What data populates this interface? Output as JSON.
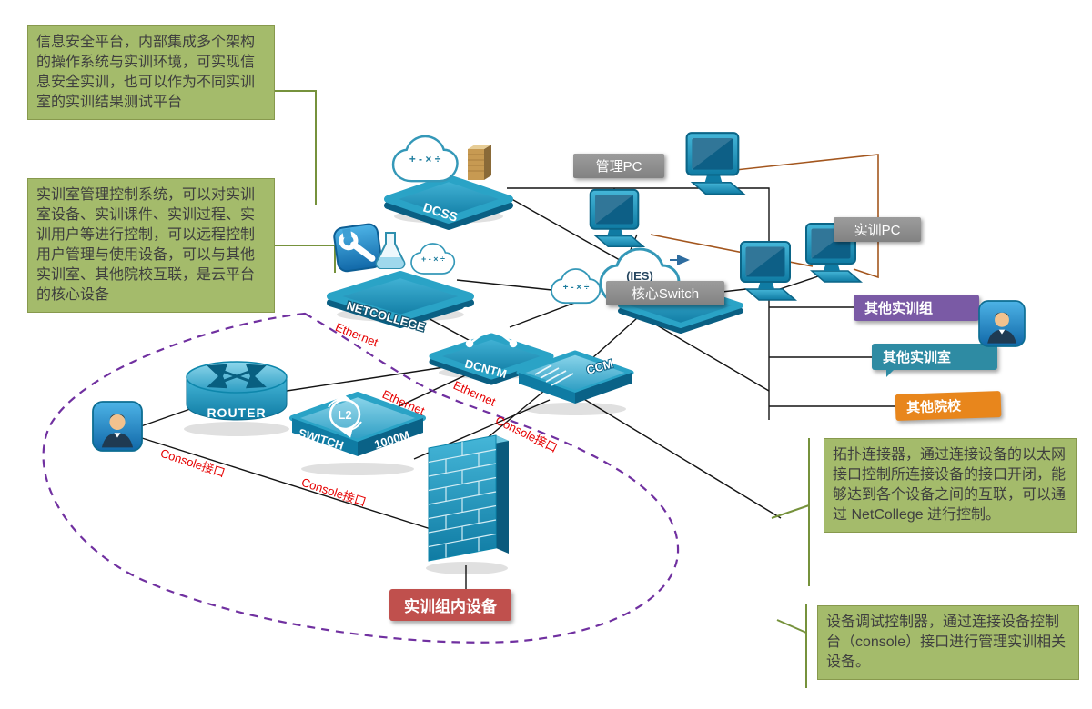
{
  "notes": {
    "platform": "信息安全平台，内部集成多个架构的操作系统与实训环境，可实现信息安全实训，也可以作为不同实训室的实训结果测试平台",
    "control_system": "实训室管理控制系统，可以对实训室设备、实训课件、实训过程、实训用户等进行控制，可以远程控制用户管理与使用设备，可以与其他实训室、其他院校互联，是云平台的核心设备",
    "topology_connector": "拓扑连接器，通过连接设备的以太网接口控制所连接设备的接口开闭，能够达到各个设备之间的互联，可以通过 NetCollege 进行控制。",
    "debug_controller": "设备调试控制器，通过连接设备控制台（console）接口进行管理实训相关设备。"
  },
  "labels": {
    "mgmt_pc": "管理PC",
    "training_pc": "实训PC",
    "core_switch": "核心Switch"
  },
  "banners": {
    "other_group": "其他实训组",
    "other_room": "其他实训室",
    "other_school": "其他院校",
    "group_devices": "实训组内设备"
  },
  "devices": {
    "dcss": "DCSS",
    "netcollege": "NETCOLLEGE",
    "dcntm": "DCNTM",
    "router": "ROUTER",
    "switch_name": "SWITCH",
    "switch_speed": "1000M",
    "switch_layer": "L2",
    "ccm": "CCM",
    "ies": "(IES)",
    "cloud_ops": "+ - × ÷"
  },
  "link_labels": {
    "ethernet1": "Ethernet",
    "ethernet2": "Ethernet",
    "ethernet3": "Ethernet",
    "console1": "Console接口",
    "console2": "Console接口",
    "console3": "Console接口"
  },
  "colors": {
    "note_bg": "#a4bb6b",
    "note_border": "#87994d",
    "device_teal": "#1587ae",
    "gray_label": "#8f8f8f",
    "purple_banner": "#7a5aa5",
    "teal_banner": "#2e8ba3",
    "orange_banner": "#e8861c",
    "red_banner": "#c0504d",
    "link_label_red": "#e60000",
    "dashed_boundary": "#7030a0",
    "pc_link_brown": "#a3561e",
    "callout_green": "#76923c"
  }
}
